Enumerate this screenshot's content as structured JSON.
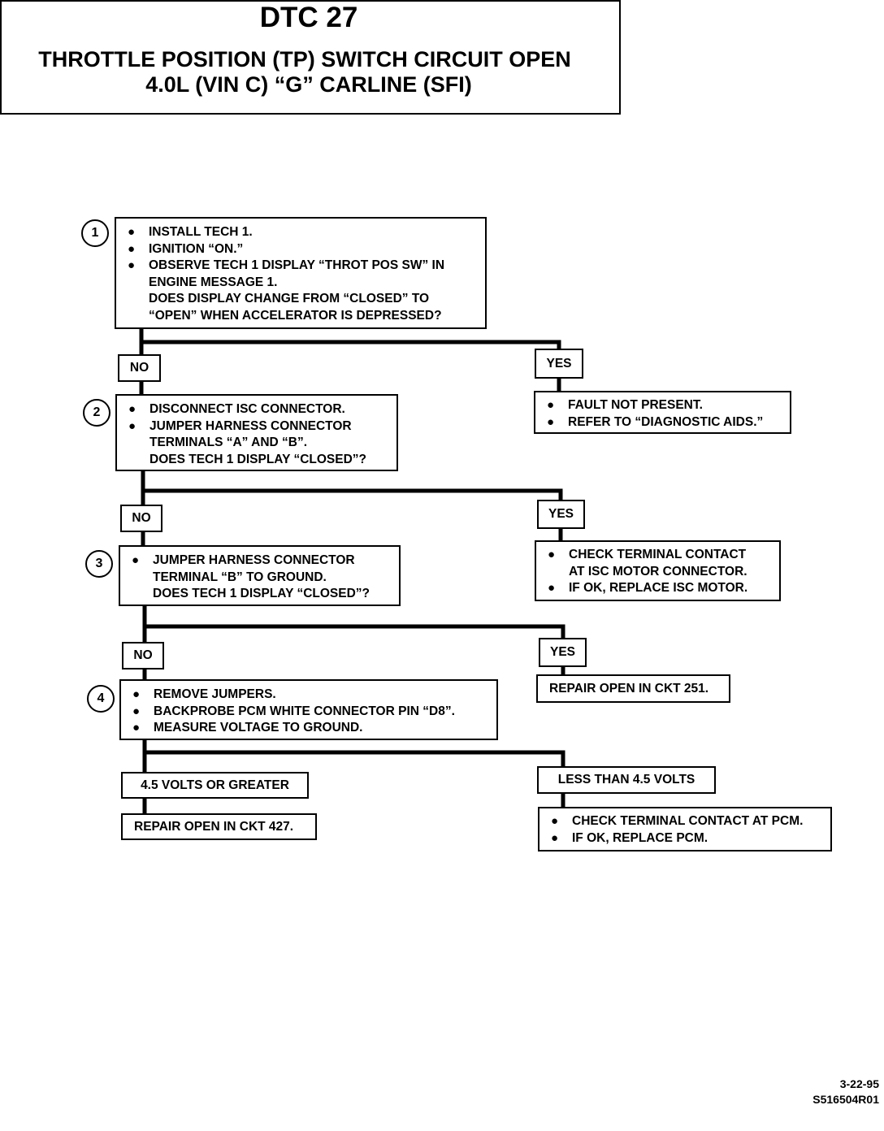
{
  "header": {
    "code": "DTC 27",
    "title_line1": "THROTTLE POSITION (TP) SWITCH CIRCUIT OPEN",
    "title_line2": "4.0L  (VIN C)  “G”  CARLINE  (SFI)"
  },
  "steps": [
    {
      "number": "1",
      "lines": [
        {
          "bullet": true,
          "text": "INSTALL TECH 1."
        },
        {
          "bullet": true,
          "text": "IGNITION “ON.”"
        },
        {
          "bullet": true,
          "text": "OBSERVE TECH 1 DISPLAY “THROT POS SW” IN"
        },
        {
          "bullet": false,
          "text": "ENGINE MESSAGE 1."
        },
        {
          "bullet": false,
          "text": "DOES DISPLAY CHANGE FROM “CLOSED” TO"
        },
        {
          "bullet": false,
          "text": "“OPEN” WHEN ACCELERATOR IS DEPRESSED?"
        }
      ]
    },
    {
      "number": "2",
      "lines": [
        {
          "bullet": true,
          "text": "DISCONNECT ISC CONNECTOR."
        },
        {
          "bullet": true,
          "text": "JUMPER HARNESS CONNECTOR"
        },
        {
          "bullet": false,
          "text": "TERMINALS “A” AND “B”."
        },
        {
          "bullet": false,
          "text": "DOES TECH 1 DISPLAY “CLOSED”?"
        }
      ]
    },
    {
      "number": "3",
      "lines": [
        {
          "bullet": true,
          "text": "JUMPER HARNESS CONNECTOR"
        },
        {
          "bullet": false,
          "text": "TERMINAL “B” TO GROUND."
        },
        {
          "bullet": false,
          "text": "DOES TECH 1 DISPLAY “CLOSED”?"
        }
      ]
    },
    {
      "number": "4",
      "lines": [
        {
          "bullet": true,
          "text": "REMOVE JUMPERS."
        },
        {
          "bullet": true,
          "text": "BACKPROBE PCM WHITE CONNECTOR PIN “D8”."
        },
        {
          "bullet": true,
          "text": "MEASURE VOLTAGE TO GROUND."
        }
      ]
    }
  ],
  "branches": {
    "no": "NO",
    "yes": "YES",
    "volts_high": "4.5 VOLTS OR GREATER",
    "volts_low": "LESS THAN 4.5 VOLTS"
  },
  "results": {
    "r1": [
      {
        "bullet": true,
        "text": "FAULT NOT PRESENT."
      },
      {
        "bullet": true,
        "text": "REFER TO “DIAGNOSTIC AIDS.”"
      }
    ],
    "r2": [
      {
        "bullet": true,
        "text": "CHECK TERMINAL CONTACT"
      },
      {
        "bullet": false,
        "text": "AT ISC MOTOR CONNECTOR."
      },
      {
        "bullet": true,
        "text": "IF OK, REPLACE ISC MOTOR."
      }
    ],
    "r3": "REPAIR OPEN IN CKT 251.",
    "r4": "REPAIR OPEN IN CKT 427.",
    "r5": [
      {
        "bullet": true,
        "text": "CHECK TERMINAL CONTACT AT PCM."
      },
      {
        "bullet": true,
        "text": "IF OK, REPLACE PCM."
      }
    ]
  },
  "bullet_symbol": "●",
  "footer": {
    "date": "3-22-95",
    "figure_id": "S516504R01"
  }
}
